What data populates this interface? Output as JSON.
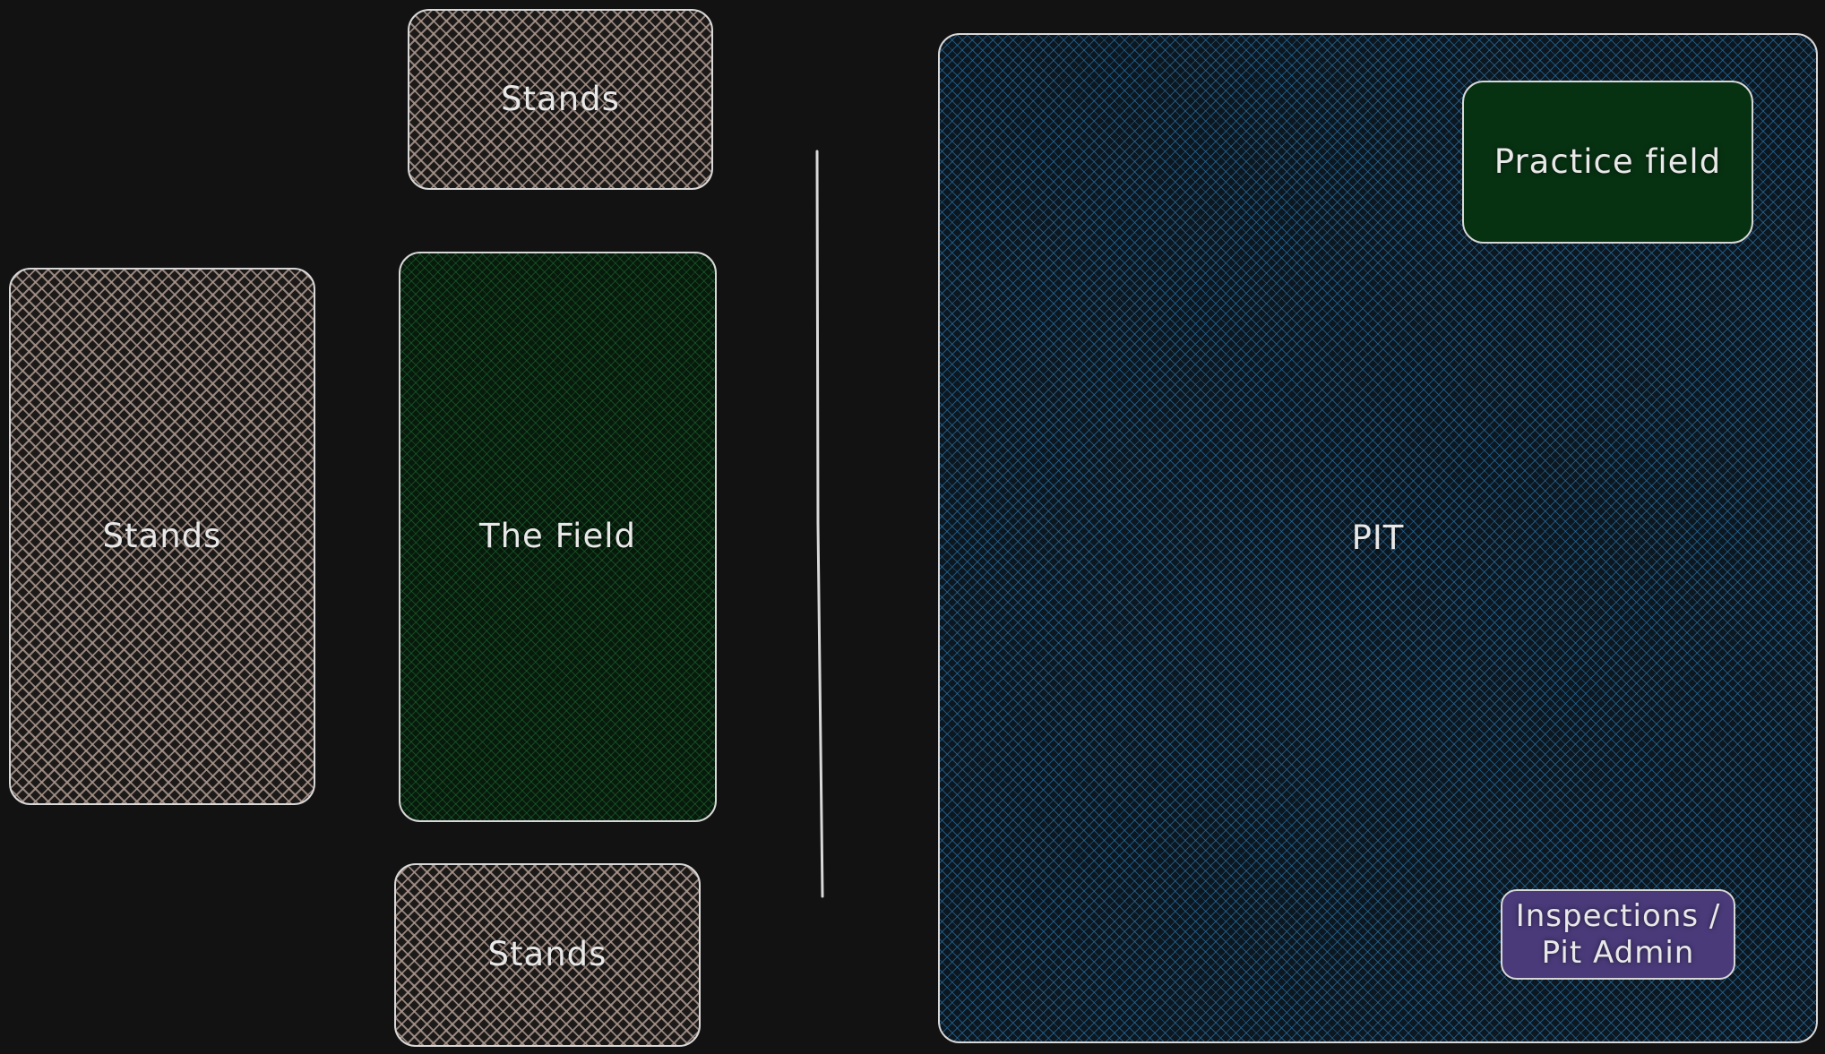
{
  "diagram": {
    "stands_top": {
      "label": "Stands",
      "fill": "#aa968c"
    },
    "stands_left": {
      "label": "Stands",
      "fill": "#aa968c"
    },
    "stands_bottom": {
      "label": "Stands",
      "fill": "#aa968c"
    },
    "field": {
      "label": "The Field",
      "fill": "#1e6e32"
    },
    "pit": {
      "label": "PIT",
      "fill": "#286ea0"
    },
    "practice_field": {
      "label": "Practice field",
      "fill": "#073212"
    },
    "inspections": {
      "label": "Inspections / Pit Admin",
      "fill": "#4a3a7a"
    },
    "background": "#121212",
    "stroke": "#d8d8d8"
  }
}
